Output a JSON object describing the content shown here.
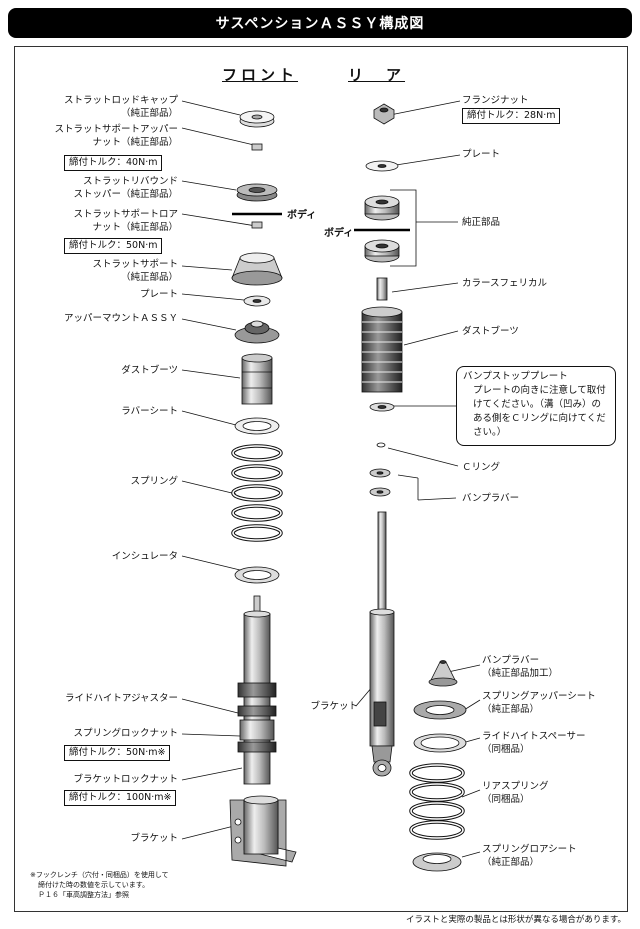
{
  "title": "サスペンションＡＳＳＹ構成図",
  "headings": {
    "front": "フロント",
    "rear": "リ　ア"
  },
  "front_labels": [
    {
      "text": "ストラットロッドキャップ\n（純正部品）"
    },
    {
      "text": "ストラットサポートアッパー\nナット（純正部品）"
    },
    {
      "text": "ストラットリバウンド\nストッパー（純正部品）"
    },
    {
      "text": "ストラットサポートロア\nナット（純正部品）"
    },
    {
      "text": "ストラットサポート\n（純正部品）"
    },
    {
      "text": "プレート"
    },
    {
      "text": "アッパーマウントＡＳＳＹ"
    },
    {
      "text": "ダストブーツ"
    },
    {
      "text": "ラバーシート"
    },
    {
      "text": "スプリング"
    },
    {
      "text": "インシュレータ"
    },
    {
      "text": "ライドハイトアジャスター"
    },
    {
      "text": "スプリングロックナット"
    },
    {
      "text": "ブラケットロックナット"
    },
    {
      "text": "ブラケット"
    }
  ],
  "front_torques": [
    "締付トルク：40N·m",
    "締付トルク：50N·m",
    "締付トルク：50N·m※",
    "締付トルク：100N·m※"
  ],
  "rear_labels": [
    {
      "text": "フランジナット"
    },
    {
      "text": "プレート"
    },
    {
      "text": "純正部品"
    },
    {
      "text": "カラースフェリカル"
    },
    {
      "text": "ダストブーツ"
    },
    {
      "text": "Ｃリング"
    },
    {
      "text": "バンプラバー"
    },
    {
      "text": "ブラケット"
    },
    {
      "text": "バンプラバー\n（純正部品加工）"
    },
    {
      "text": "スプリングアッパーシート\n（純正部品）"
    },
    {
      "text": "ライドハイトスペーサー\n（同梱品）"
    },
    {
      "text": "リアスプリング\n（同梱品）"
    },
    {
      "text": "スプリングロアシート\n（純正部品）"
    }
  ],
  "rear_torque": "締付トルク：28N·m",
  "body_label_front": "ボディ",
  "body_label_rear": "ボディ",
  "bump_stop_note": {
    "title": "バンプストッププレート",
    "body": "プレートの向きに注意して取付けてください。（溝（凹み）のある側をＣリングに向けてください。）"
  },
  "footnote": [
    "※フックレンチ（穴付・同梱品）を使用して",
    "締付けた時の数値を示しています。",
    "Ｐ１６「車高調整方法」参照"
  ],
  "bottom_note": "イラストと実際の製品とは形状が異なる場合があります。"
}
